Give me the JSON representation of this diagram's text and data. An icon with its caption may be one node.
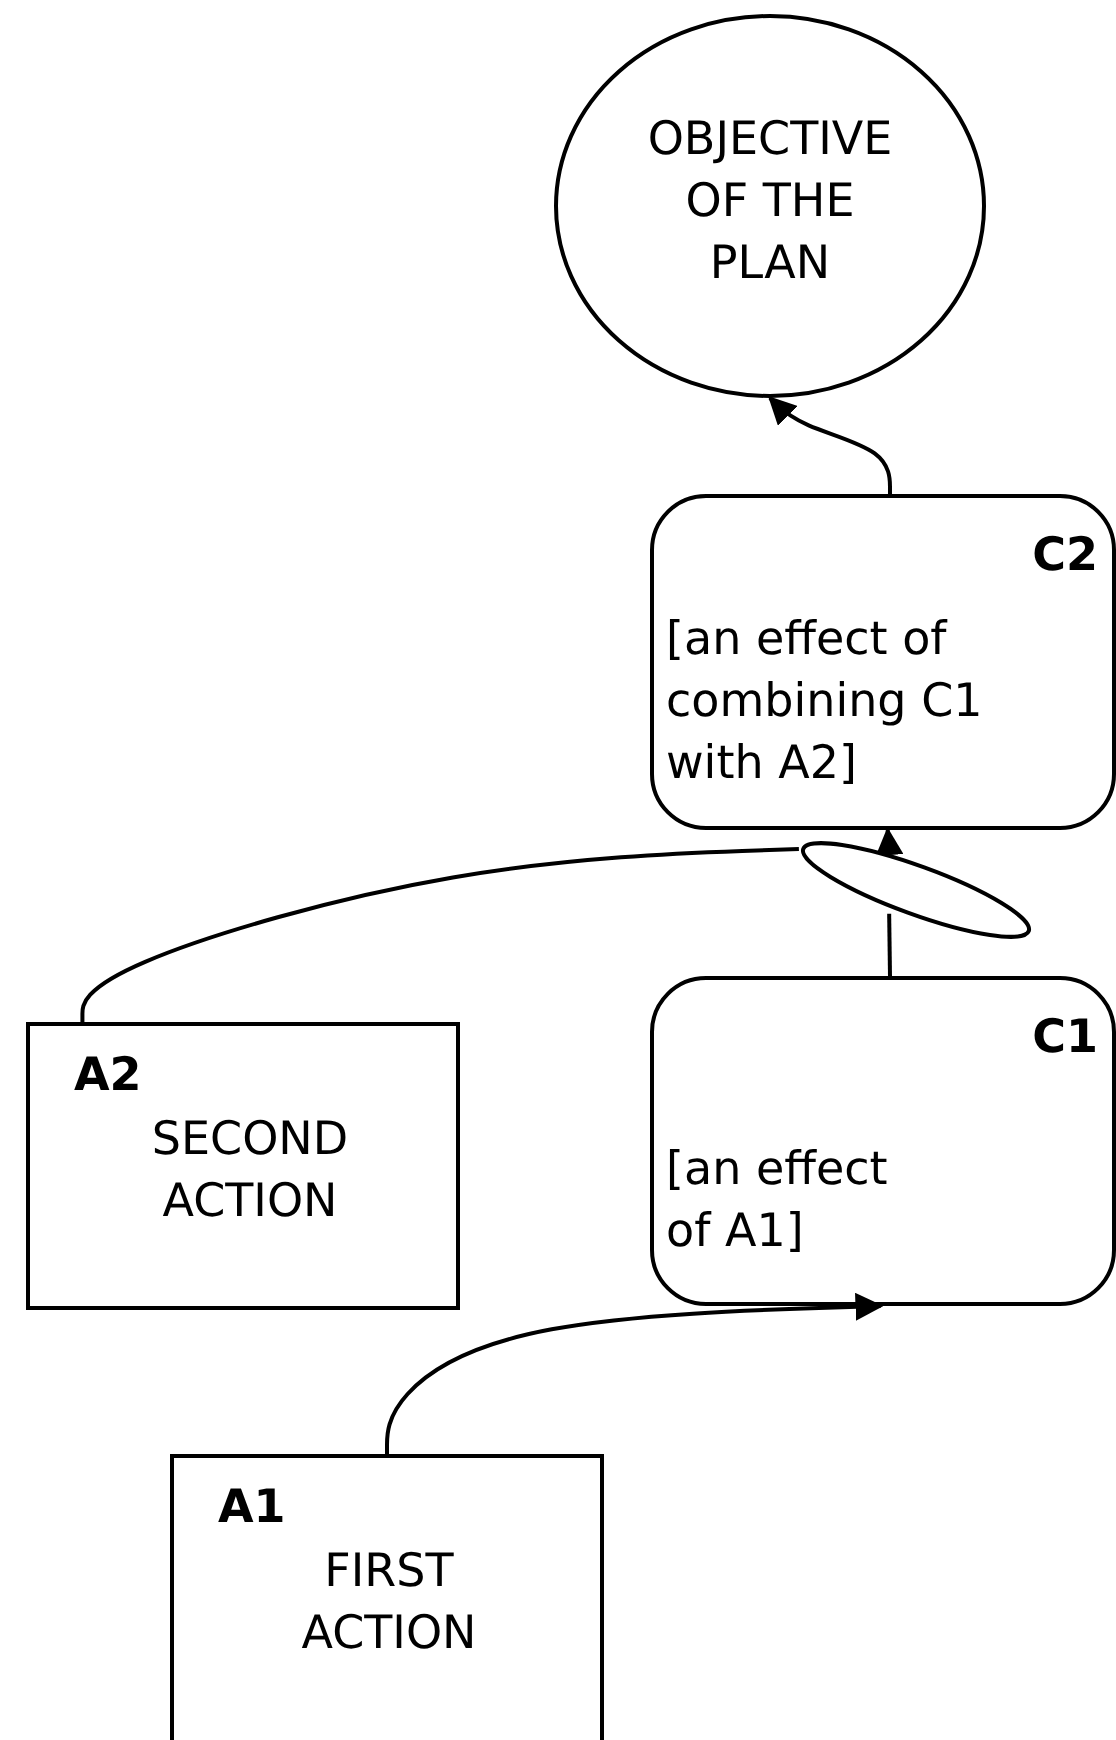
{
  "diagram": {
    "nodes": [
      {
        "text": [
          "OBJECTIVE OF THE PLAN"
        ]
      },
      {
        "text": [
          "C2",
          "[an effect of combining C1 with A2]"
        ]
      },
      {
        "text": [],
        "shape": "ellipse"
      },
      {
        "text": [
          "A2",
          "SECOND ACTION"
        ]
      },
      {
        "text": [
          "C1",
          "[an effect of A1]"
        ]
      },
      {
        "text": [
          "A1",
          "FIRST ACTION"
        ]
      }
    ],
    "edges": [
      {
        "from": 2,
        "to": 1,
        "arrow": "to"
      },
      {
        "from": 3,
        "to": 2,
        "arrow": "none"
      },
      {
        "from": 4,
        "to": 2,
        "arrow": "none"
      },
      {
        "from": 5,
        "to": 4,
        "arrow": "to"
      },
      {
        "from": 1,
        "to": 0,
        "arrow": "to"
      }
    ]
  }
}
